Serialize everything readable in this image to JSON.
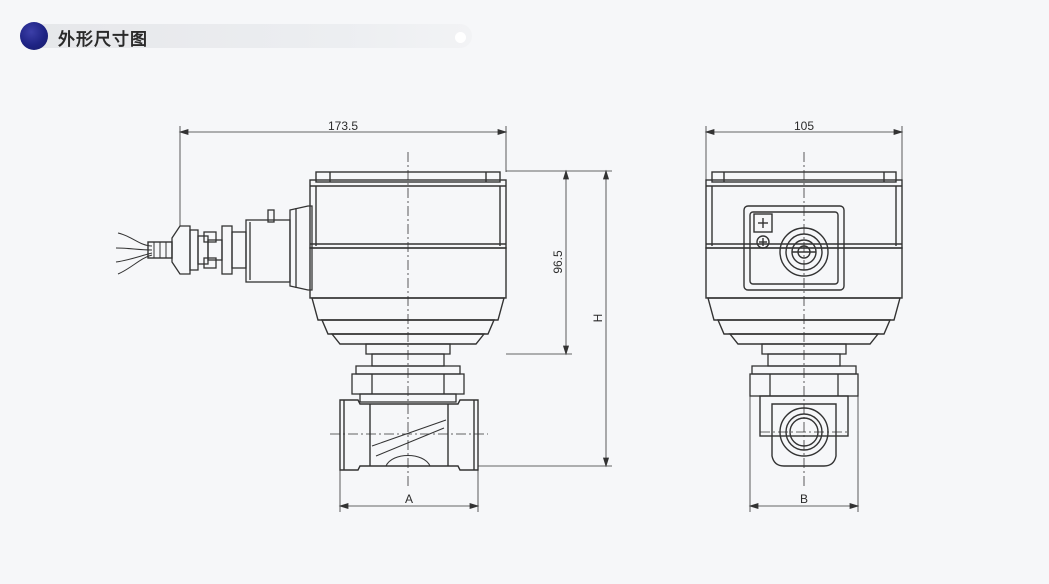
{
  "header": {
    "title": "外形尺寸图"
  },
  "dimensions": {
    "front_width": "173.5",
    "side_width": "105",
    "coil_height": "96.5",
    "total_height": "H",
    "front_port": "A",
    "side_port": "B"
  },
  "colors": {
    "bullet": "#1e2384",
    "line": "#333333"
  }
}
